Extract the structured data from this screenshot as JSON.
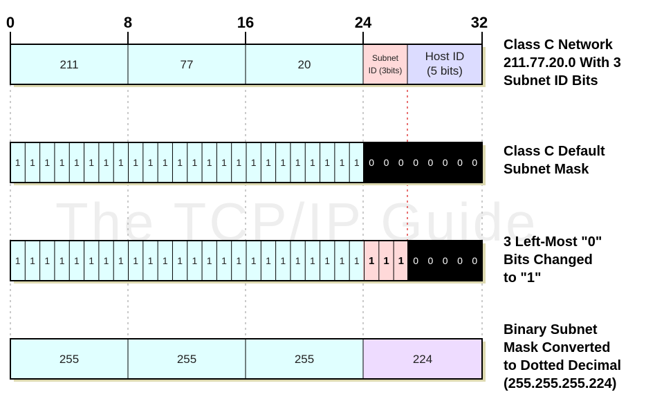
{
  "watermark": "The TCP/IP Guide",
  "axis": {
    "ticks": [
      "0",
      "8",
      "16",
      "24",
      "32"
    ]
  },
  "colors": {
    "network": "#e0ffff",
    "subnet": "#ffd9d9",
    "host": "#dcdcff",
    "mask_decimal_last": "#eedcff",
    "black": "#000000",
    "guide_red": "#e04040"
  },
  "row1": {
    "octets": [
      "211",
      "77",
      "20"
    ],
    "subnet_label_line1": "Subnet",
    "subnet_label_line2": "ID (3bits)",
    "host_label_line1": "Host ID",
    "host_label_line2": "(5 bits)",
    "side_label": [
      "Class C Network",
      "211.77.20.0 With 3",
      "Subnet ID Bits"
    ]
  },
  "row2": {
    "bits": [
      "1",
      "1",
      "1",
      "1",
      "1",
      "1",
      "1",
      "1",
      "1",
      "1",
      "1",
      "1",
      "1",
      "1",
      "1",
      "1",
      "1",
      "1",
      "1",
      "1",
      "1",
      "1",
      "1",
      "1",
      "0",
      "0",
      "0",
      "0",
      "0",
      "0",
      "0",
      "0"
    ],
    "side_label": [
      "Class C Default",
      "Subnet Mask"
    ]
  },
  "row3": {
    "bits": [
      "1",
      "1",
      "1",
      "1",
      "1",
      "1",
      "1",
      "1",
      "1",
      "1",
      "1",
      "1",
      "1",
      "1",
      "1",
      "1",
      "1",
      "1",
      "1",
      "1",
      "1",
      "1",
      "1",
      "1",
      "1",
      "1",
      "1",
      "0",
      "0",
      "0",
      "0",
      "0"
    ],
    "side_label": [
      "3 Left-Most \"0\"",
      "Bits Changed",
      "to \"1\""
    ]
  },
  "row4": {
    "octets": [
      "255",
      "255",
      "255",
      "224"
    ],
    "side_label": [
      "Binary Subnet",
      "Mask Converted",
      "to Dotted Decimal",
      "(255.255.255.224)"
    ]
  }
}
